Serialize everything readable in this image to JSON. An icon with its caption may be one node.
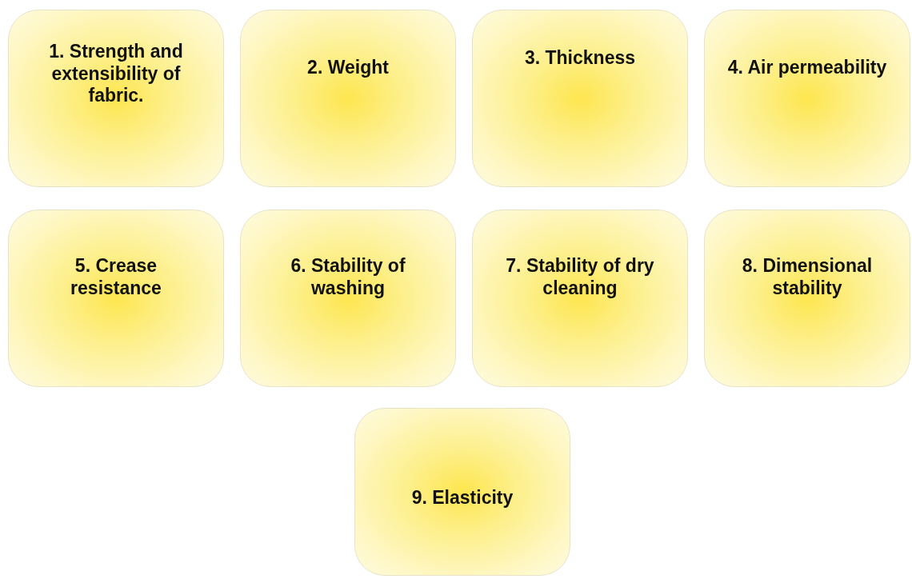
{
  "diagram": {
    "nodes": [
      {
        "text": [
          "1. Strength and extensibility of fabric."
        ]
      },
      {
        "text": [
          "2. Weight"
        ]
      },
      {
        "text": [
          "3. Thickness"
        ]
      },
      {
        "text": [
          "4. Air permeability"
        ]
      },
      {
        "text": [
          "5. Crease resistance"
        ]
      },
      {
        "text": [
          "6. Stability of washing"
        ]
      },
      {
        "text": [
          "7. Stability of dry cleaning"
        ]
      },
      {
        "text": [
          "8. Dimensional stability"
        ]
      },
      {
        "text": [
          "9. Elasticity"
        ]
      }
    ]
  }
}
